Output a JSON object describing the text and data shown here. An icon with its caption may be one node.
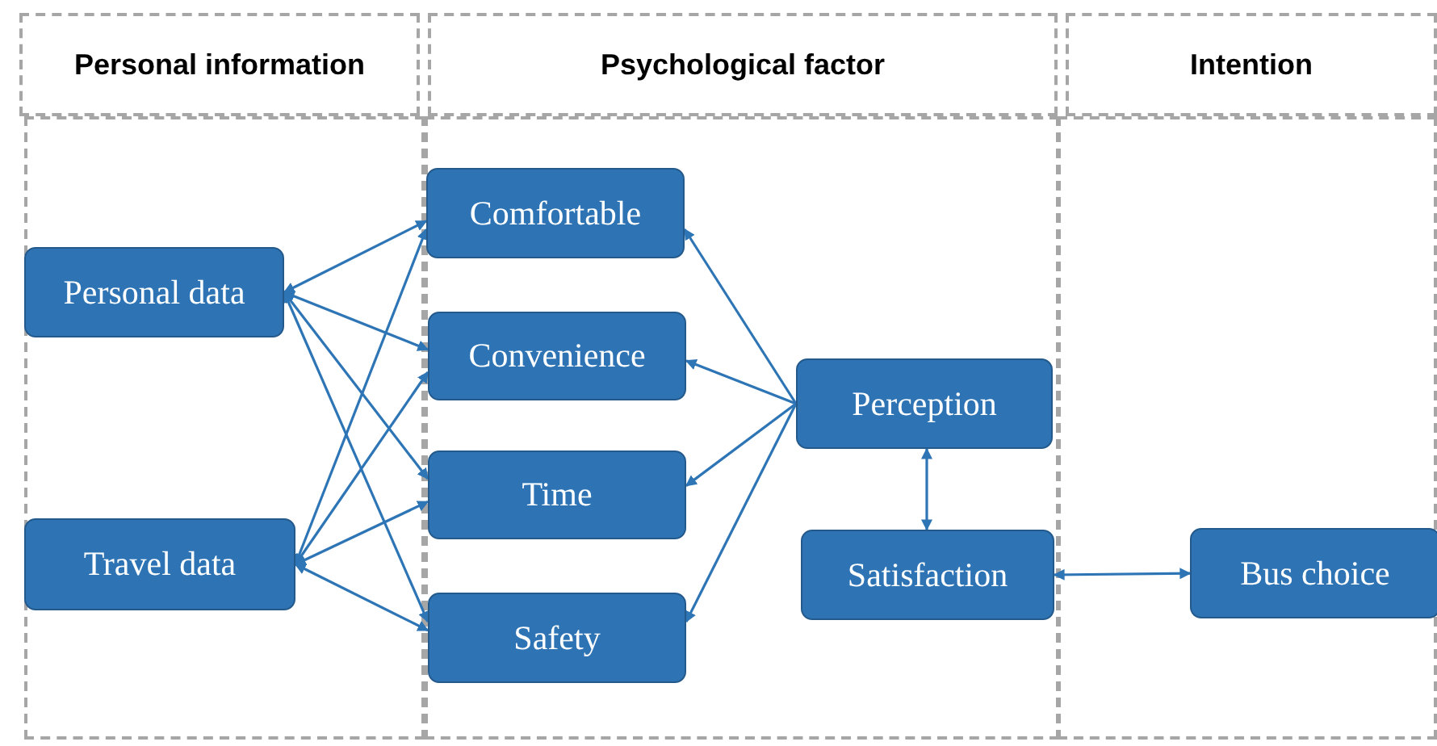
{
  "diagram": {
    "nodes": [
      {
        "text": [
          "Personal information"
        ]
      },
      {
        "text": [
          "Psychological factor"
        ]
      },
      {
        "text": [
          "Intention"
        ]
      },
      {
        "text": [],
        "shape": "box"
      },
      {
        "text": [
          "Personal data"
        ],
        "in": 3
      },
      {
        "text": [
          "Travel data"
        ],
        "in": 3
      },
      {
        "text": [],
        "shape": "box"
      },
      {
        "text": [
          "Comfortable"
        ],
        "in": 6
      },
      {
        "text": [
          "Convenience"
        ],
        "in": 6
      },
      {
        "text": [
          "Time"
        ],
        "in": 6
      },
      {
        "text": [
          "Safety"
        ],
        "in": 6
      },
      {
        "text": [
          "Perception"
        ],
        "in": 6
      },
      {
        "text": [
          "Satisfaction"
        ],
        "in": 6
      },
      {
        "text": [],
        "shape": "box"
      },
      {
        "text": [
          "Bus choice"
        ],
        "in": 13
      }
    ],
    "edges": [
      {
        "from": 4,
        "to": 7,
        "arrow": "both"
      },
      {
        "from": 4,
        "to": 8,
        "arrow": "both"
      },
      {
        "from": 4,
        "to": 9,
        "arrow": "both"
      },
      {
        "from": 4,
        "to": 10,
        "arrow": "both"
      },
      {
        "from": 5,
        "to": 7,
        "arrow": "both"
      },
      {
        "from": 5,
        "to": 8,
        "arrow": "both"
      },
      {
        "from": 5,
        "to": 9,
        "arrow": "both"
      },
      {
        "from": 5,
        "to": 10,
        "arrow": "both"
      },
      {
        "from": 11,
        "to": 7,
        "arrow": "to"
      },
      {
        "from": 11,
        "to": 8,
        "arrow": "to"
      },
      {
        "from": 11,
        "to": 9,
        "arrow": "to"
      },
      {
        "from": 11,
        "to": 10,
        "arrow": "to"
      },
      {
        "from": 11,
        "to": 12,
        "arrow": "both"
      },
      {
        "from": 12,
        "to": 14,
        "arrow": "both"
      }
    ]
  }
}
